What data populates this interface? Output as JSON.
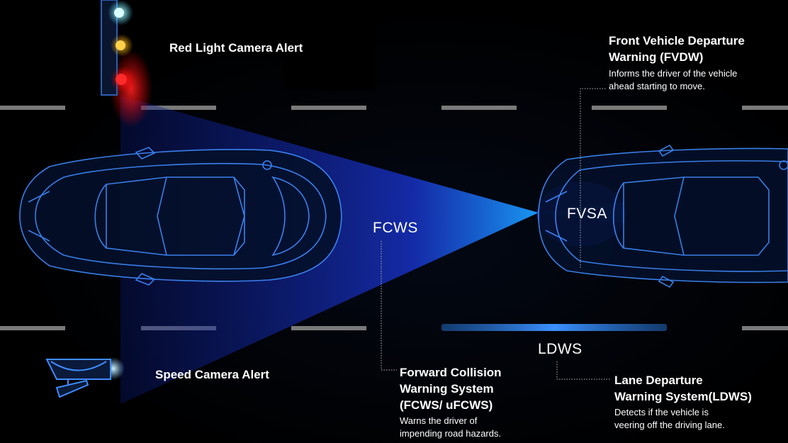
{
  "colors": {
    "background": "#000000",
    "wireframe": "#3f8cff",
    "beam": "#1a36d8",
    "beam_core": "#1aa0ff",
    "lane_marking": "#7a7a7a",
    "lane_warning": "#2a7dd6"
  },
  "labels": {
    "red_light": {
      "title": "Red Light Camera Alert"
    },
    "speed_camera": {
      "title": "Speed Camera Alert"
    },
    "fcws_tag": "FCWS",
    "fvsa_tag": "FVSA",
    "ldws_tag": "LDWS",
    "fvdw": {
      "title": "Front Vehicle Departure\nWarning (FVDW)",
      "desc": "Informs the driver of the vehicle\nahead starting to move."
    },
    "fcws": {
      "title": "Forward Collision\nWarning System\n(FCWS/ uFCWS)",
      "desc": "Warns the driver of\nimpending road hazards."
    },
    "ldws": {
      "title": "Lane Departure\nWarning System(LDWS)",
      "desc": "Detects if the vehicle is\nveering off the driving lane."
    }
  },
  "icons": {
    "traffic_light": "traffic-light-icon",
    "speed_camera": "speed-camera-icon"
  }
}
